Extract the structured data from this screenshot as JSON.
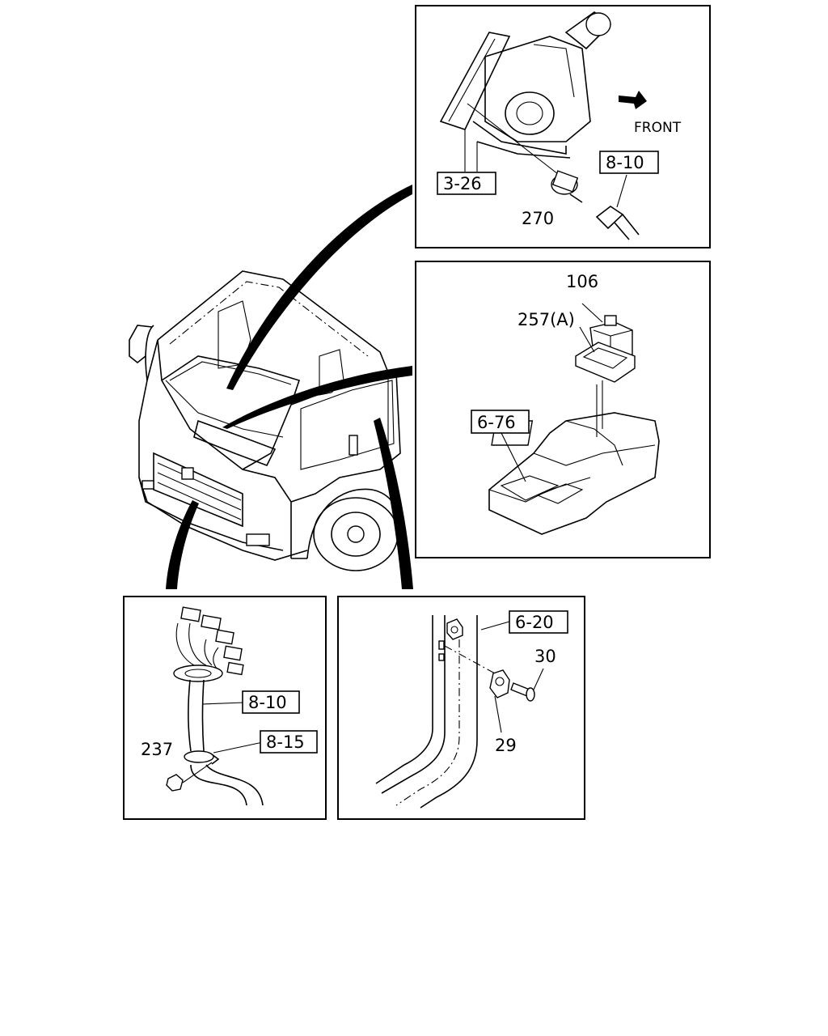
{
  "diagram": {
    "panel_top": {
      "labels": {
        "ref_3_26": "3-26",
        "ref_8_10": "8-10",
        "part_270": "270",
        "front": "FRONT"
      }
    },
    "panel_console": {
      "labels": {
        "part_106": "106",
        "part_257a": "257(A)",
        "ref_6_76": "6-76"
      }
    },
    "panel_harness": {
      "labels": {
        "ref_8_10": "8-10",
        "ref_8_15": "8-15",
        "part_237": "237"
      }
    },
    "panel_door": {
      "labels": {
        "ref_6_20": "6-20",
        "part_30": "30",
        "part_29": "29"
      }
    }
  }
}
